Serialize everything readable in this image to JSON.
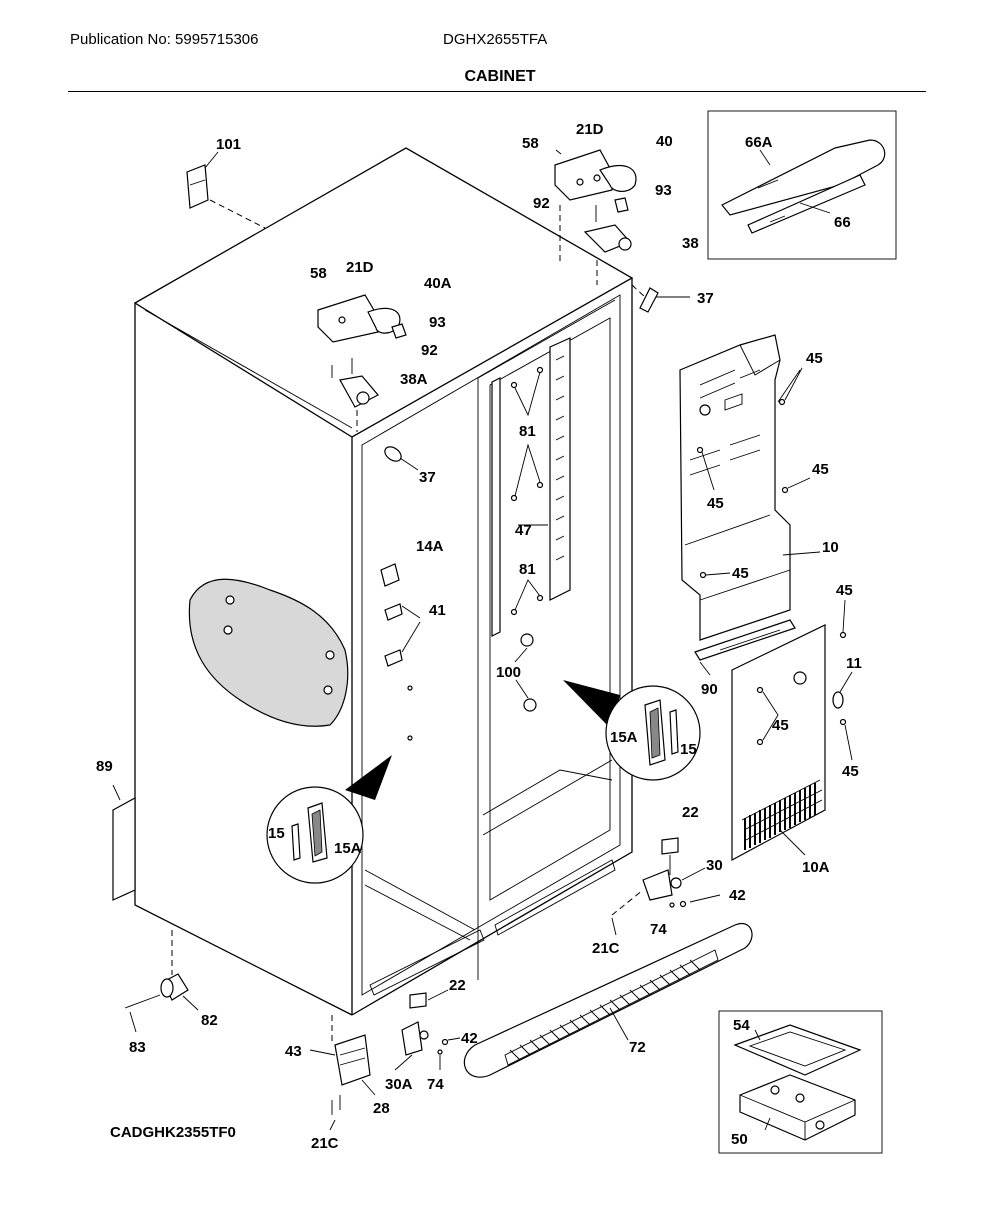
{
  "header": {
    "publication": "Publication No: 5995715306",
    "model": "DGHX2655TFA",
    "title": "CABINET"
  },
  "footer": {
    "code": "CADGHK2355TF0"
  },
  "callouts": {
    "c101": "101",
    "c58a": "58",
    "c21da": "21D",
    "c40": "40",
    "c93a": "93",
    "c92a": "92",
    "c38": "38",
    "c37a": "37",
    "c66a": "66A",
    "c66": "66",
    "c58b": "58",
    "c21db": "21D",
    "c40a": "40A",
    "c93b": "93",
    "c92b": "92",
    "c38a": "38A",
    "c37b": "37",
    "c45a": "45",
    "c45b": "45",
    "c45c": "45",
    "c45d": "45",
    "c45e": "45",
    "c45f": "45",
    "c45g": "45",
    "c81a": "81",
    "c81b": "81",
    "c47": "47",
    "c14a": "14A",
    "c41": "41",
    "c10": "10",
    "c11": "11",
    "c90": "90",
    "c100": "100",
    "c15a1": "15A",
    "c15_1": "15",
    "c15_2": "15",
    "c15a2": "15A",
    "c89": "89",
    "c10a": "10A",
    "c22a": "22",
    "c30": "30",
    "c42a": "42",
    "c74a": "74",
    "c21ca": "21C",
    "c22b": "22",
    "c42b": "42",
    "c82": "82",
    "c83": "83",
    "c43": "43",
    "c30a": "30A",
    "c74b": "74",
    "c28": "28",
    "c21cb": "21C",
    "c72": "72",
    "c54": "54",
    "c50": "50"
  }
}
